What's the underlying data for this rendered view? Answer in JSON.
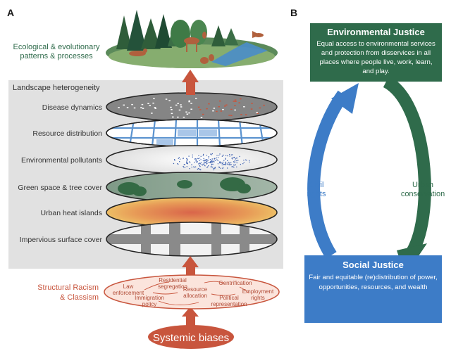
{
  "panel_a": {
    "letter": "A",
    "top_label": [
      "Ecological & evolutionary",
      "patterns & processes"
    ],
    "landscape_label": "Landscape heterogeneity",
    "layers": [
      "Disease dynamics",
      "Resource distribution",
      "Environmental pollutants",
      "Green space & tree cover",
      "Urban heat islands",
      "Impervious surface cover"
    ],
    "structural_label": [
      "Structural Racism",
      "& Classism"
    ],
    "ellipse_terms": {
      "residential": [
        "Residential",
        "segregation"
      ],
      "gentrification": [
        "Gentrification"
      ],
      "law": [
        "Law",
        "enforcement"
      ],
      "resource": [
        "Resource",
        "allocation"
      ],
      "employment": [
        "Employment",
        "rights"
      ],
      "immigration": [
        "Immigration",
        "policy"
      ],
      "political": [
        "Political",
        "representation"
      ]
    },
    "bottom_label": "Systemic biases"
  },
  "panel_b": {
    "letter": "B",
    "environmental_justice": {
      "title": "Environmental Justice",
      "description": "Equal access to environmental services and protection from disservices in all places where people live, work, learn, and play."
    },
    "social_justice": {
      "title": "Social Justice",
      "description": "Fair and equitable (re)distribution of power, opportunities, resources, and wealth"
    },
    "left_arrow_label": [
      "Civil",
      "rights"
    ],
    "right_arrow_label": [
      "Urban",
      "conservation"
    ]
  },
  "colors": {
    "green": "#2f6b4b",
    "blue": "#3d7cc7",
    "arrow_red": "#c8553d",
    "structural_text": "#c8553d",
    "gray_panel": "#e1e1e1"
  }
}
